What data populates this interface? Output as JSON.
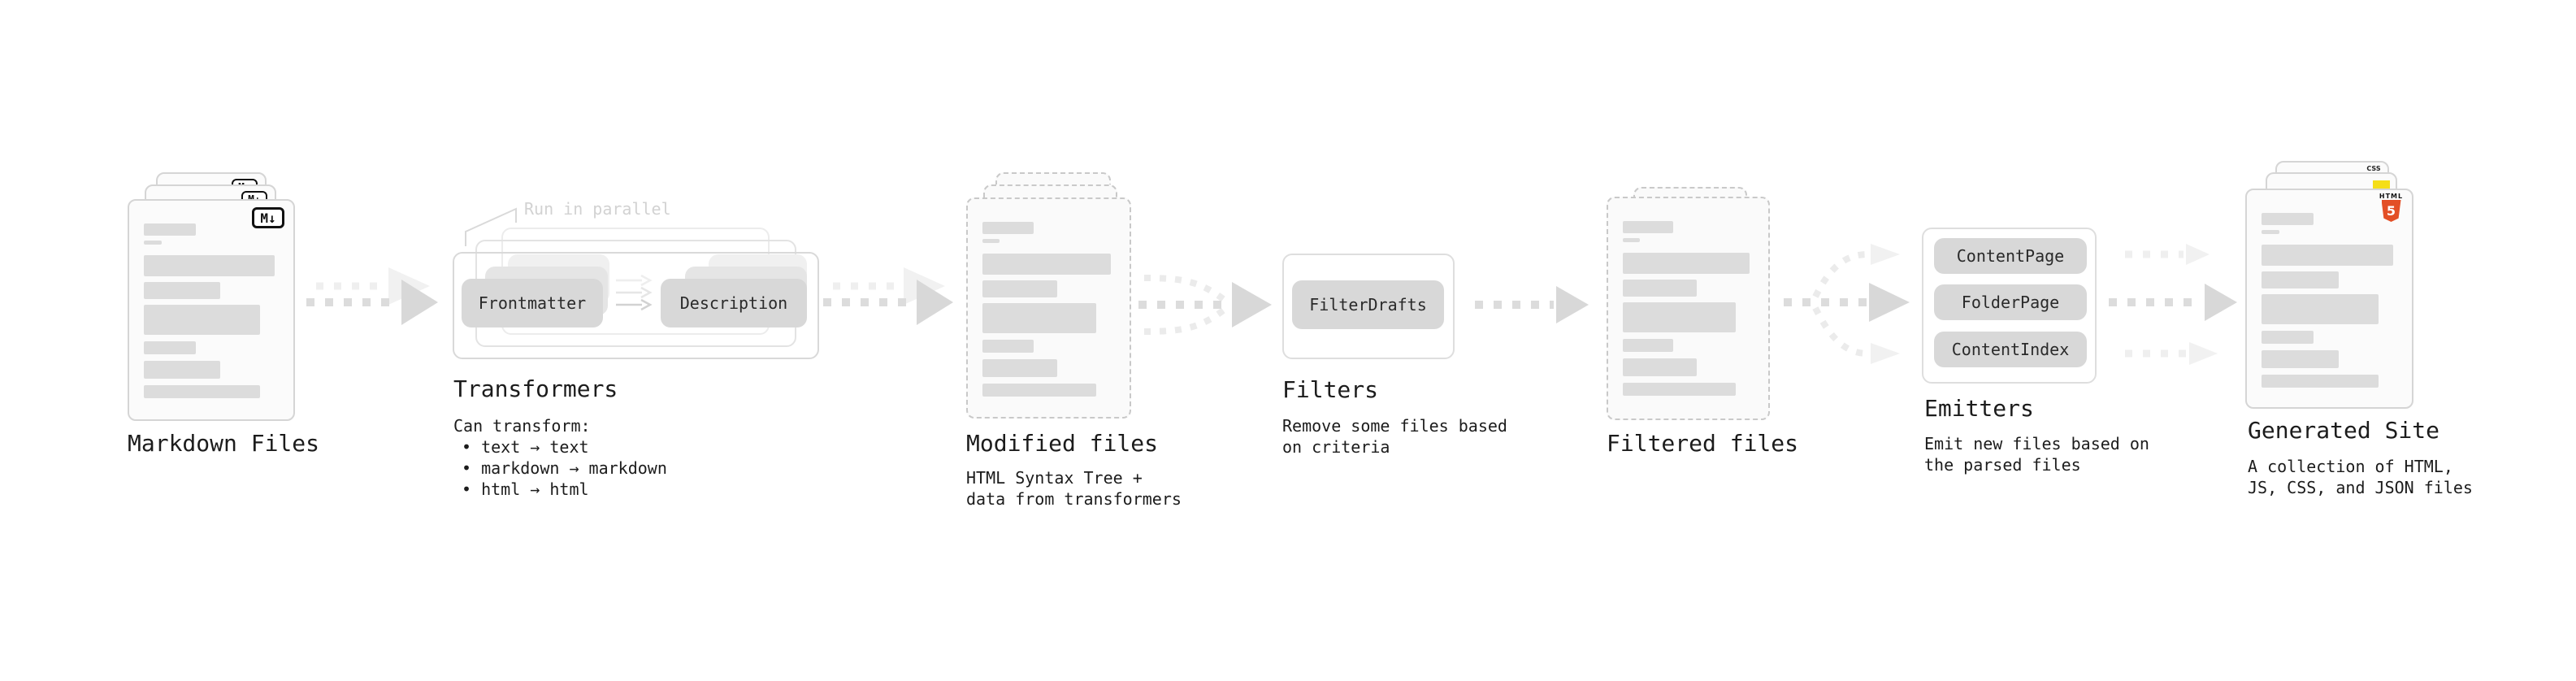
{
  "markdown": {
    "label": "Markdown Files"
  },
  "transformers": {
    "annotation": "Run in parallel",
    "transformer_a": "Frontmatter",
    "transformer_b": "Description",
    "title": "Transformers",
    "description": "Can transform:",
    "bullets": [
      "• text → text",
      "• markdown → markdown",
      "• html → html"
    ]
  },
  "modified": {
    "label": "Modified files",
    "description": "HTML Syntax Tree +\ndata from transformers"
  },
  "filters": {
    "title": "Filters",
    "filter_name": "FilterDrafts",
    "description": "Remove some files based\non criteria"
  },
  "filtered": {
    "label": "Filtered files"
  },
  "emitters": {
    "title": "Emitters",
    "emitter_names": [
      "ContentPage",
      "FolderPage",
      "ContentIndex"
    ],
    "description": "Emit new files based on\nthe parsed files"
  },
  "generated": {
    "label": "Generated Site",
    "description": "A collection of HTML,\nJS, CSS, and JSON files"
  },
  "icons": {
    "markdown_glyph": "M↓",
    "html5_text": "HTML",
    "html5_number": "5",
    "css_text": "CSS"
  },
  "colors": {
    "html5_orange": "#e34f26",
    "js_yellow": "#f5de19",
    "css_blue": "#2962ff"
  }
}
